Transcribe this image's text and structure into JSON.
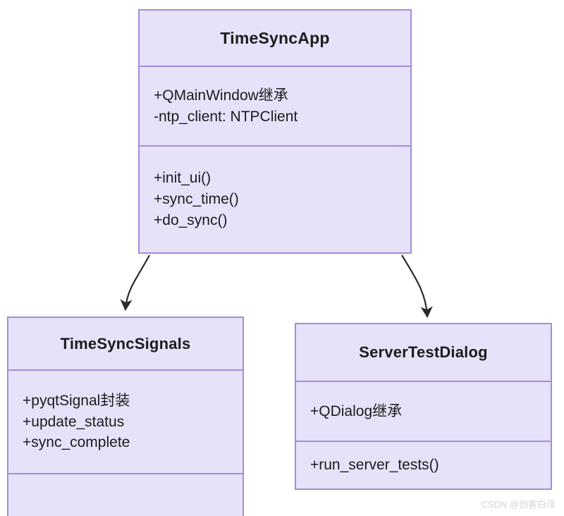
{
  "diagram": {
    "type": "uml-class-diagram",
    "background_color": "#ffffff",
    "box_fill_color": "#e6e2fa",
    "box_border_color": "#a78bda",
    "text_color": "#1c1c1c",
    "connector_color": "#2b2b2b",
    "classes": [
      {
        "id": "timesyncapp",
        "name": "TimeSyncApp",
        "attributes": [
          "+QMainWindow继承",
          "-ntp_client: NTPClient"
        ],
        "methods": [
          "+init_ui()",
          "+sync_time()",
          "+do_sync()"
        ]
      },
      {
        "id": "timesyncsignals",
        "name": "TimeSyncSignals",
        "attributes": [
          "+pyqtSignal封装",
          "+update_status",
          "+sync_complete"
        ],
        "methods": []
      },
      {
        "id": "servertestdialog",
        "name": "ServerTestDialog",
        "attributes": [
          "+QDialog继承"
        ],
        "methods": [
          "+run_server_tests()"
        ]
      }
    ],
    "connectors": [
      {
        "from": "timesyncapp",
        "to": "timesyncsignals",
        "style": "curved-arrow",
        "arrowhead": "filled"
      },
      {
        "from": "timesyncapp",
        "to": "servertestdialog",
        "style": "curved-arrow",
        "arrowhead": "filled"
      }
    ]
  },
  "watermark": {
    "text": "CSDN @创客白泽"
  }
}
